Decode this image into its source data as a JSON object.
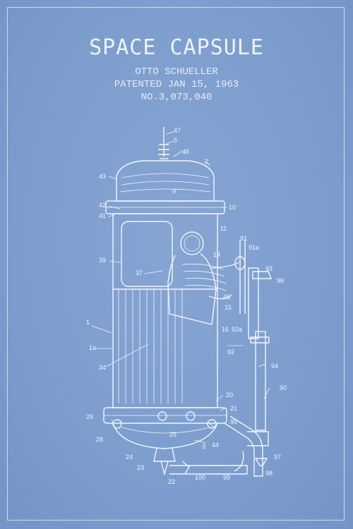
{
  "poster": {
    "title": "SPACE CAPSULE",
    "inventor": "OTTO SCHUELLER",
    "patented": "PATENTED JAN 15, 1963",
    "patent_no": "NO.3,073,040",
    "background_color": "#7f9fcf",
    "line_color": "#f2f6fc"
  },
  "figure": {
    "reference_numerals": [
      "47",
      "5",
      "46",
      "2",
      "43",
      "9",
      "42",
      "10",
      "41",
      "11",
      "91",
      "39",
      "14",
      "91a",
      "93",
      "37",
      "96",
      "45",
      "15",
      "16",
      "92a",
      "1",
      "92",
      "1a",
      "34",
      "94",
      "90",
      "20",
      "21",
      "29",
      "95",
      "28",
      "25",
      "3",
      "44",
      "97",
      "24",
      "23",
      "98",
      "22",
      "100",
      "99"
    ]
  }
}
